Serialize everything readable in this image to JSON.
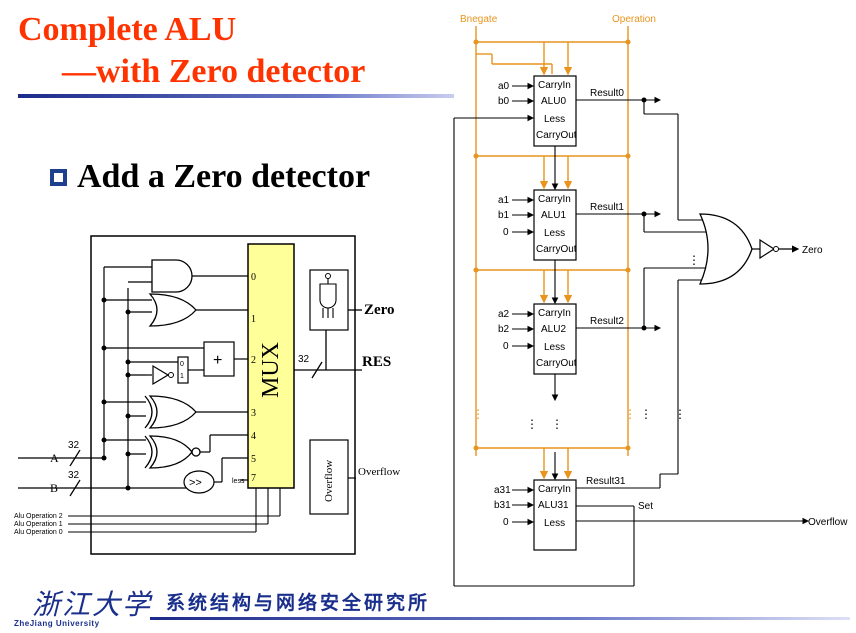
{
  "slide": {
    "title_line1": "Complete ALU",
    "title_line2": "—with Zero detector",
    "bullet": "Add a Zero detector"
  },
  "left_diagram": {
    "mux_label": "MUX",
    "mux_inputs": [
      "0",
      "1",
      "2",
      "3",
      "4",
      "5",
      "7"
    ],
    "less_label": "less",
    "adder_symbol": "+",
    "mux2_bits": [
      "0",
      "1"
    ],
    "shifter_symbol": ">>",
    "bus_width": "32",
    "input_a": "A",
    "input_b": "B",
    "zero_label": "Zero",
    "res_label": "RES",
    "overflow_box_label": "Overflow",
    "overflow_label": "Overflow",
    "op_labels": [
      "Alu Operation 2",
      "Alu Operation 1",
      "Alu Operation 0"
    ]
  },
  "right_diagram": {
    "bnegate": "Bnegate",
    "operation": "Operation",
    "alu_lines": [
      "CarryIn",
      "Less",
      "CarryOut"
    ],
    "cells": [
      {
        "name": "ALU0",
        "a": "a0",
        "b": "b0",
        "result": "Result0"
      },
      {
        "name": "ALU1",
        "a": "a1",
        "b": "b1",
        "less_in": "0",
        "result": "Result1"
      },
      {
        "name": "ALU2",
        "a": "a2",
        "b": "b2",
        "less_in": "0",
        "result": "Result2"
      },
      {
        "name": "ALU31",
        "a": "a31",
        "b": "b31",
        "less_in": "0",
        "result": "Result31",
        "set": "Set",
        "overflow": "Overflow"
      }
    ],
    "zero_out": "Zero"
  },
  "footer": {
    "university_cn": "浙江大学",
    "university_en": "ZheJiang University",
    "institute": "系统结构与网络安全研究所"
  },
  "colors": {
    "title": "#ff3300",
    "accent_blue": "#1a2f8c",
    "mux_fill": "#ffff99",
    "control_orange": "#e8941e"
  }
}
